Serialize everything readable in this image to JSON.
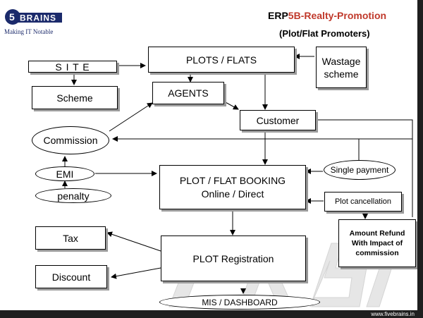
{
  "header": {
    "title_prefix": "ERP",
    "title_num": "5",
    "title_rest": "B-Realty-Promotion",
    "subtitle": "(Plot/Flat Promoters)"
  },
  "logo": {
    "brand": "BRAINS",
    "tagline": "Making IT Notable",
    "color": "#1b2a6b"
  },
  "nodes": {
    "site": "S I T E",
    "scheme": "Scheme",
    "plots_flats": "PLOTS / FLATS",
    "wastage": "Wastage scheme",
    "agents": "AGENTS",
    "customer": "Customer",
    "commission": "Commission",
    "emi": "EMI",
    "penalty": "penalty",
    "booking_line1": "PLOT / FLAT BOOKING",
    "booking_line2": "Online / Direct",
    "single_payment": "Single payment",
    "plot_cancellation": "Plot cancellation",
    "refund": "Amount Refund With Impact of commission",
    "tax": "Tax",
    "discount": "Discount",
    "registration": "PLOT Registration",
    "mis": "MIS / DASHBOARD"
  },
  "footer": {
    "url": "www.fivebrains.in"
  }
}
